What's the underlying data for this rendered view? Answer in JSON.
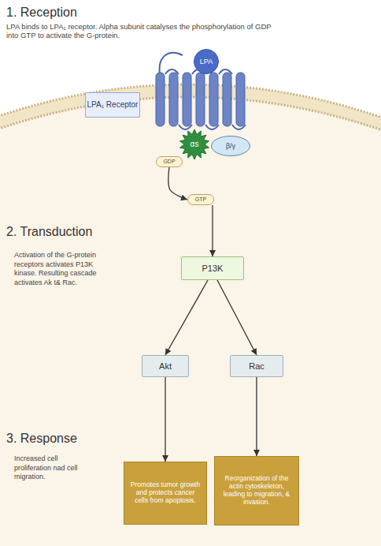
{
  "diagram": {
    "nodes": [
      {
        "text": [
          "LPA"
        ]
      },
      {
        "text": [
          "LPA₁ Receptor"
        ]
      },
      {
        "text": [
          "αs"
        ]
      },
      {
        "text": [
          "β/γ"
        ]
      },
      {
        "text": [
          "GDP"
        ]
      },
      {
        "text": [
          "GTP"
        ]
      },
      {
        "text": [
          "P13K"
        ]
      },
      {
        "text": [
          "Akt"
        ]
      },
      {
        "text": [
          "Rac"
        ]
      },
      {
        "text": [
          "Promotes tumor growth and protects cancer cells from apoptosis."
        ]
      },
      {
        "text": [
          "Reorganization of the actin cytoskeleton, leading to migration, & invasion."
        ]
      }
    ],
    "edges": [
      {
        "from": 4,
        "to": 5,
        "arrow": "to"
      },
      {
        "from": 5,
        "to": 6,
        "arrow": "to"
      },
      {
        "from": 6,
        "to": 7,
        "arrow": "to"
      },
      {
        "from": 6,
        "to": 8,
        "arrow": "to"
      },
      {
        "from": 7,
        "to": 9,
        "arrow": "to"
      },
      {
        "from": 8,
        "to": 10,
        "arrow": "to"
      }
    ],
    "labels": [
      "1. Reception",
      "LPA binds to LPA₁ receptor. Alpha subunit catalyses the phosphorylation of GDP into GTP to activate the G-protein.",
      "2. Transduction",
      "Activation of the G-protein receptors activates P13K kinase. Resulting cascade activates Ak t& Rac.",
      "3. Response",
      "Increased cell proliferation nad cell migration."
    ]
  }
}
